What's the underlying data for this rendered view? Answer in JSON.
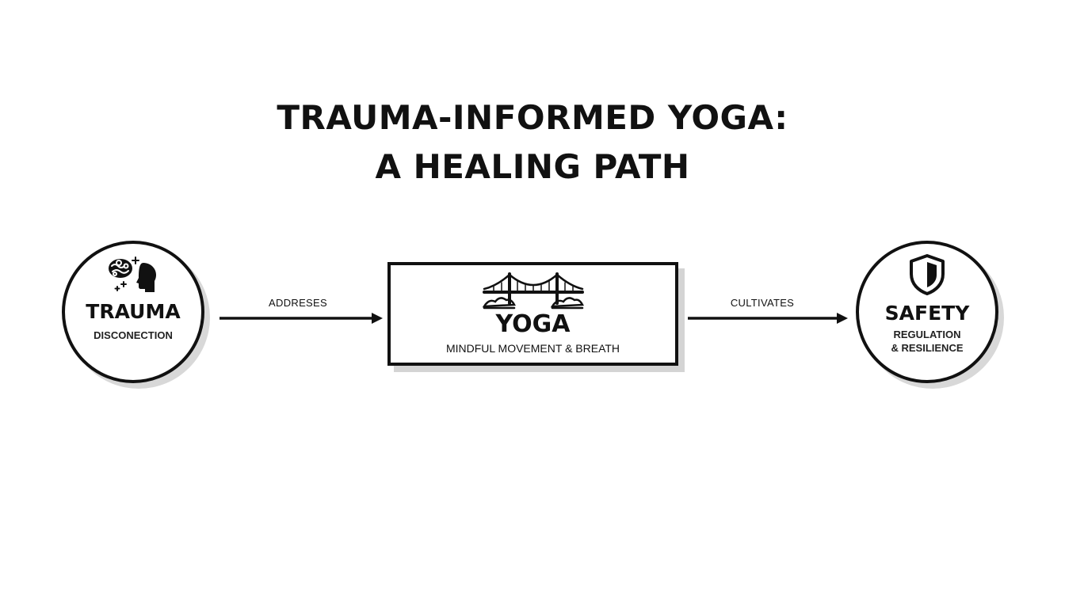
{
  "title": {
    "line1": "TRAUMA-INFORMED YOGA:",
    "line2": "A HEALING PATH"
  },
  "nodes": {
    "trauma": {
      "label": "TRAUMA",
      "sublabel": "DISCONECTION",
      "icon": "brain-head-icon"
    },
    "yoga": {
      "label": "YOGA",
      "sublabel": "MINDFUL MOVEMENT & BREATH",
      "icon": "bridge-icon"
    },
    "safety": {
      "label": "SAFETY",
      "sublabel_line1": "REGULATION",
      "sublabel_line2": "& RESILIENCE",
      "icon": "shield-icon"
    }
  },
  "edges": {
    "left": {
      "label": "ADDRESES"
    },
    "right": {
      "label": "CULTIVATES"
    }
  },
  "colors": {
    "stroke": "#111111",
    "shadow": "#d6d6d6",
    "background": "#ffffff"
  }
}
